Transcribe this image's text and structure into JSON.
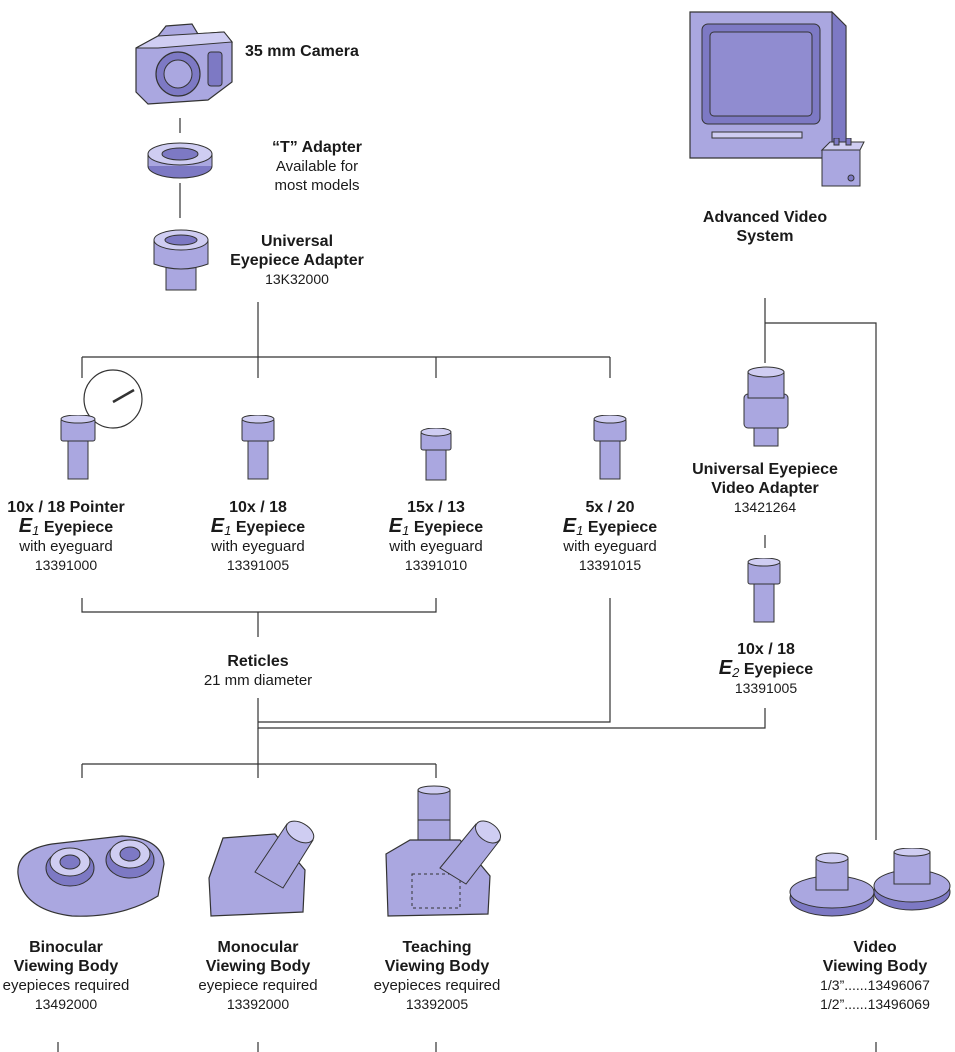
{
  "colors": {
    "part_fill": "#aaa7e0",
    "part_dark": "#7d79c4",
    "part_light": "#cfcdf2",
    "line": "#333333"
  },
  "camera": {
    "title": "35 mm Camera"
  },
  "t_adapter": {
    "title": "“T” Adapter",
    "line1": "Available for",
    "line2": "most models"
  },
  "universal_adapter": {
    "title1": "Universal",
    "title2": "Eyepiece Adapter",
    "code": "13K32000"
  },
  "video_system": {
    "title1": "Advanced Video",
    "title2": "System"
  },
  "video_adapter": {
    "title1": "Universal Eyepiece",
    "title2": "Video Adapter",
    "code": "13421264"
  },
  "eyepieces": [
    {
      "power": "10x / 18 Pointer",
      "type_letter": "E",
      "type_sub": "1",
      "type_word": "Eyepiece",
      "note": "with eyeguard",
      "code": "13391000"
    },
    {
      "power": "10x / 18",
      "type_letter": "E",
      "type_sub": "1",
      "type_word": "Eyepiece",
      "note": "with eyeguard",
      "code": "13391005"
    },
    {
      "power": "15x / 13",
      "type_letter": "E",
      "type_sub": "1",
      "type_word": "Eyepiece",
      "note": "with eyeguard",
      "code": "13391010"
    },
    {
      "power": "5x / 20",
      "type_letter": "E",
      "type_sub": "1",
      "type_word": "Eyepiece",
      "note": "with eyeguard",
      "code": "13391015"
    }
  ],
  "e2_eyepiece": {
    "power": "10x / 18",
    "type_letter": "E",
    "type_sub": "2",
    "type_word": "Eyepiece",
    "code": "13391005"
  },
  "reticles": {
    "title": "Reticles",
    "note": "21 mm diameter"
  },
  "bodies": [
    {
      "title1": "Binocular",
      "title2": "Viewing Body",
      "note": "eyepieces required",
      "code": "13492000"
    },
    {
      "title1": "Monocular",
      "title2": "Viewing Body",
      "note": "eyepiece required",
      "code": "13392000"
    },
    {
      "title1": "Teaching",
      "title2": "Viewing Body",
      "note": "eyepieces required",
      "code": "13392005"
    }
  ],
  "video_body": {
    "title1": "Video",
    "title2": "Viewing Body",
    "line1": "1/3”......13496067",
    "line2": "1/2”......13496069"
  },
  "icons": [
    "camera-icon",
    "t-adapter-icon",
    "universal-adapter-icon",
    "pointer-dial-icon",
    "eyepiece-icon",
    "monitor-icon",
    "video-camera-icon",
    "video-adapter-icon",
    "binocular-body-icon",
    "monocular-body-icon",
    "teaching-body-icon",
    "video-body-icon"
  ]
}
